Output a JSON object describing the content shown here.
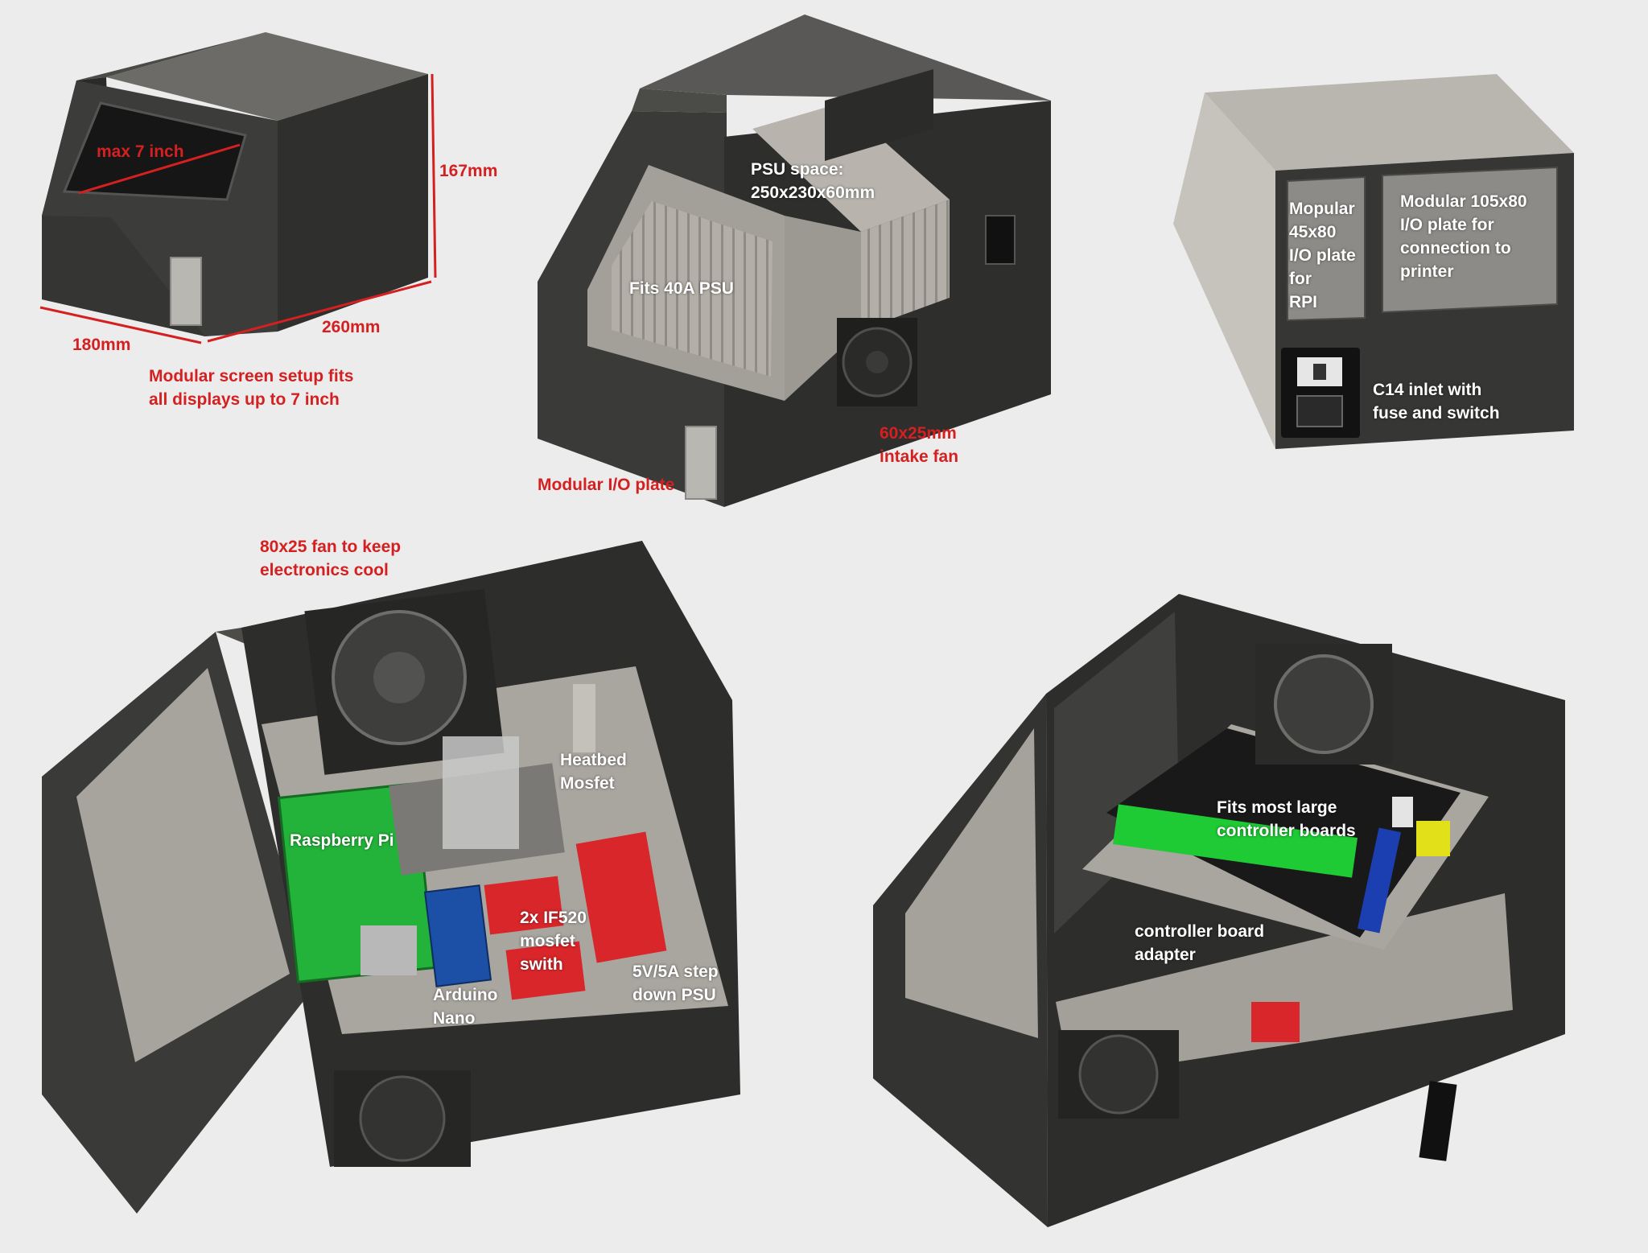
{
  "colors": {
    "background": "#ececec",
    "case_dark": "#3a3a38",
    "case_mid": "#2e2e2c",
    "interior": "#a6a29c",
    "annotation_red": "#d42020",
    "annotation_white": "#ffffff"
  },
  "views": {
    "external_front": {
      "diag": "max 7 inch",
      "height": "167mm",
      "width": "180mm",
      "depth": "260mm",
      "note": "Modular screen setup fits\nall displays up to 7 inch"
    },
    "psu_bay": {
      "psu_space": "PSU space:\n250x230x60mm",
      "fits": "Fits 40A PSU",
      "fan": "60x25mm\nintake fan",
      "io_plate": "Modular I/O plate"
    },
    "rear": {
      "rpi_plate": "Mopular\n45x80\nI/O plate\nfor\nRPI",
      "printer_plate": "Modular 105x80\nI/O plate for\nconnection to\nprinter",
      "inlet": "C14 inlet with\nfuse and switch"
    },
    "electronics": {
      "fan": "80x25 fan to keep\nelectronics cool",
      "heatbed": "Heatbed\nMosfet",
      "rpi": "Raspberry Pi",
      "mosfets": "2x IF520\nmosfet\nswith",
      "arduino": "Arduino\nNano",
      "stepdown": "5V/5A step\ndown PSU"
    },
    "controller": {
      "boards": "Fits most large\ncontroller boards",
      "adapter": "controller board\n             adapter"
    }
  }
}
